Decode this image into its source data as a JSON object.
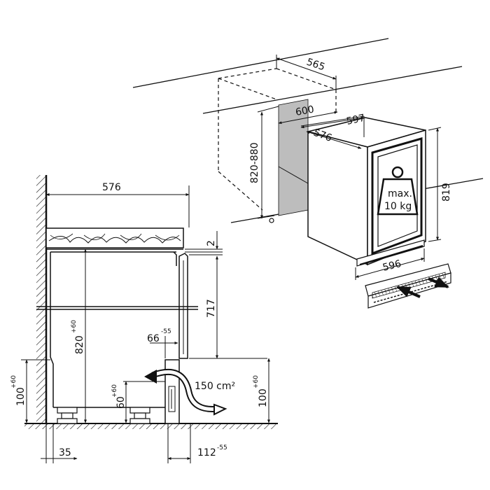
{
  "top_view": {
    "dim_depth_565": "565",
    "dim_width_600": "600",
    "dim_height_range": "820-880",
    "dim_width_597": "597",
    "dim_depth_576": "576",
    "dim_height_819": "819",
    "dim_plinth_596": "596",
    "weight_label_line1": "max.",
    "weight_label_line2": "10 kg"
  },
  "side_view": {
    "dim_depth_576": "576",
    "dim_gap_2": "2",
    "dim_height_717": "717",
    "dim_height_820": "820",
    "dim_height_820_tol": "+60",
    "dim_offset_66": "66",
    "dim_offset_66_tol": "-55",
    "vent_area": "150 cm²",
    "dim_plinth_60": "60",
    "dim_plinth_60_tol": "+60",
    "dim_left_100": "100",
    "dim_left_100_tol": "+60",
    "dim_right_100": "100",
    "dim_right_100_tol": "+60",
    "dim_bottom_35": "35",
    "dim_bottom_112": "112",
    "dim_bottom_112_tol": "-55"
  }
}
